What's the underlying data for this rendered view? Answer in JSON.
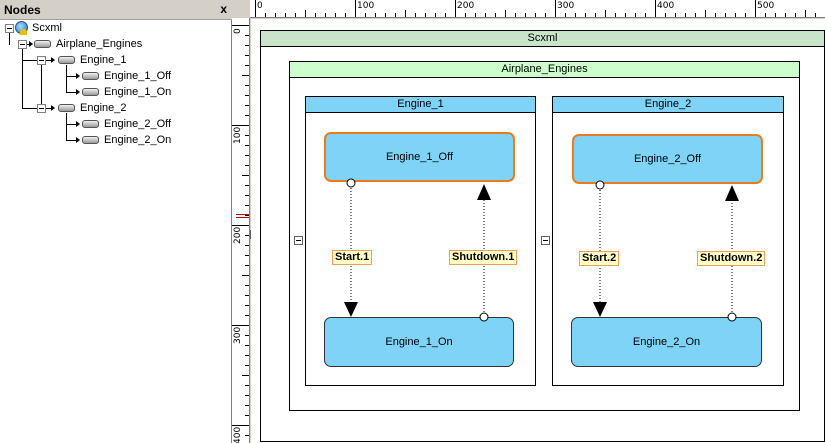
{
  "panel": {
    "title": "Nodes",
    "close": "x"
  },
  "tree": {
    "root": "Scxml",
    "airplane": "Airplane_Engines",
    "engine1": "Engine_1",
    "engine1_off": "Engine_1_Off",
    "engine1_on": "Engine_1_On",
    "engine2": "Engine_2",
    "engine2_off": "Engine_2_Off",
    "engine2_on": "Engine_2_On"
  },
  "ruler": {
    "h_labels": [
      "0",
      "100",
      "200",
      "300",
      "400",
      "500"
    ],
    "v_labels": [
      "0",
      "100",
      "200",
      "300",
      "400"
    ]
  },
  "canvas": {
    "scxml": "Scxml",
    "airplane": "Airplane_Engines",
    "engine1": "Engine_1",
    "engine2": "Engine_2",
    "engine1_off": "Engine_1_Off",
    "engine1_on": "Engine_1_On",
    "engine2_off": "Engine_2_Off",
    "engine2_on": "Engine_2_On",
    "start1": "Start.1",
    "shutdown1": "Shutdown.1",
    "start2": "Start.2",
    "shutdown2": "Shutdown.2"
  },
  "colors": {
    "scxml_bar": "#c9e5c9",
    "airplane_bar": "#ccffcc",
    "engine_bar": "#7ed3f7",
    "state_fill": "#7ed3f7",
    "initial_border": "#e87d1e",
    "label_fill": "#ffffc8"
  }
}
